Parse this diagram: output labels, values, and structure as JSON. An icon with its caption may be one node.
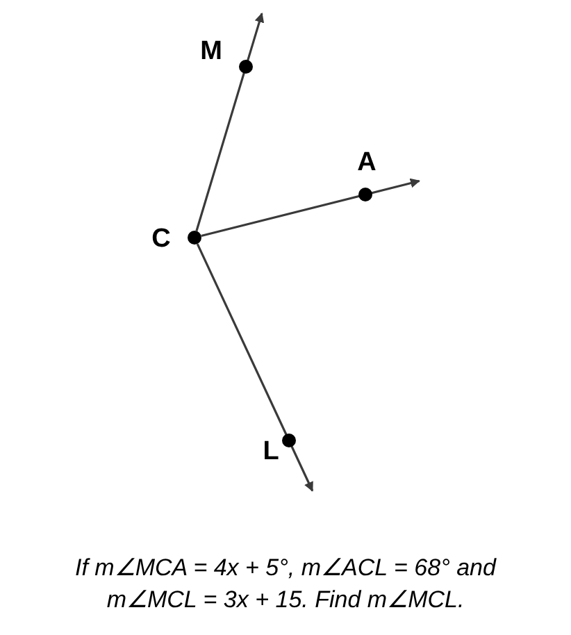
{
  "diagram": {
    "caption": "If m∠MCA = 4x + 5°, m∠ACL = 68° and m∠MCL = 3x + 15.  Find m∠MCL.",
    "nodes": [
      {
        "text": [
          "M"
        ]
      },
      {
        "text": [
          "A"
        ]
      },
      {
        "text": [
          "C"
        ]
      },
      {
        "text": [
          "L"
        ]
      }
    ],
    "edges": [
      {
        "from": 2,
        "to": 0,
        "arrow": "to"
      },
      {
        "from": 2,
        "to": 1,
        "arrow": "to"
      },
      {
        "from": 2,
        "to": 3,
        "arrow": "to"
      }
    ]
  }
}
